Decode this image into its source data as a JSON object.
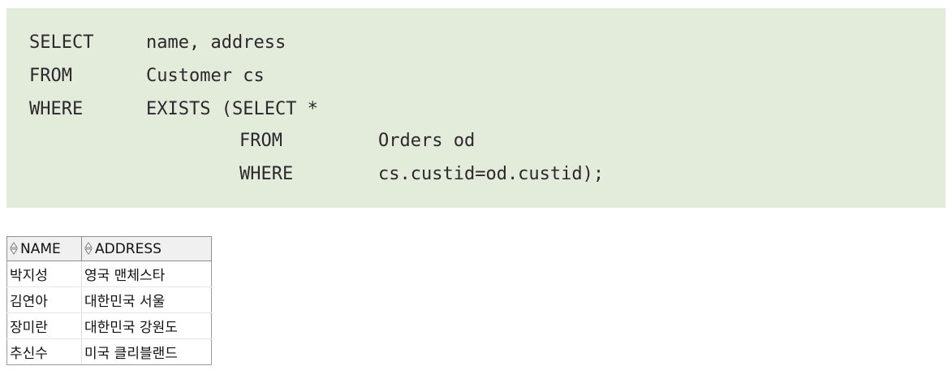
{
  "query": {
    "lines": [
      {
        "keyword": "SELECT",
        "argument": "name, address"
      },
      {
        "keyword": "FROM",
        "argument": "Customer cs"
      },
      {
        "keyword": "WHERE",
        "argument": "EXISTS (SELECT *"
      },
      {
        "keyword": "FROM",
        "argument": "Orders od"
      },
      {
        "keyword": "WHERE",
        "argument": "cs.custid=od.custid);"
      }
    ]
  },
  "results": {
    "columns": [
      {
        "label": "NAME",
        "icon": "sort-icon"
      },
      {
        "label": "ADDRESS",
        "icon": "sort-icon"
      }
    ],
    "rows": [
      [
        "박지성",
        "영국 맨체스타"
      ],
      [
        "김연아",
        "대한민국 서울"
      ],
      [
        "장미란",
        "대한민국 강원도"
      ],
      [
        "추신수",
        "미국 클리블랜드"
      ]
    ]
  },
  "colors": {
    "code_background": "#e3ebdb",
    "code_text": "#2a2a2a",
    "grid_header_background": "#f0f0f0"
  }
}
